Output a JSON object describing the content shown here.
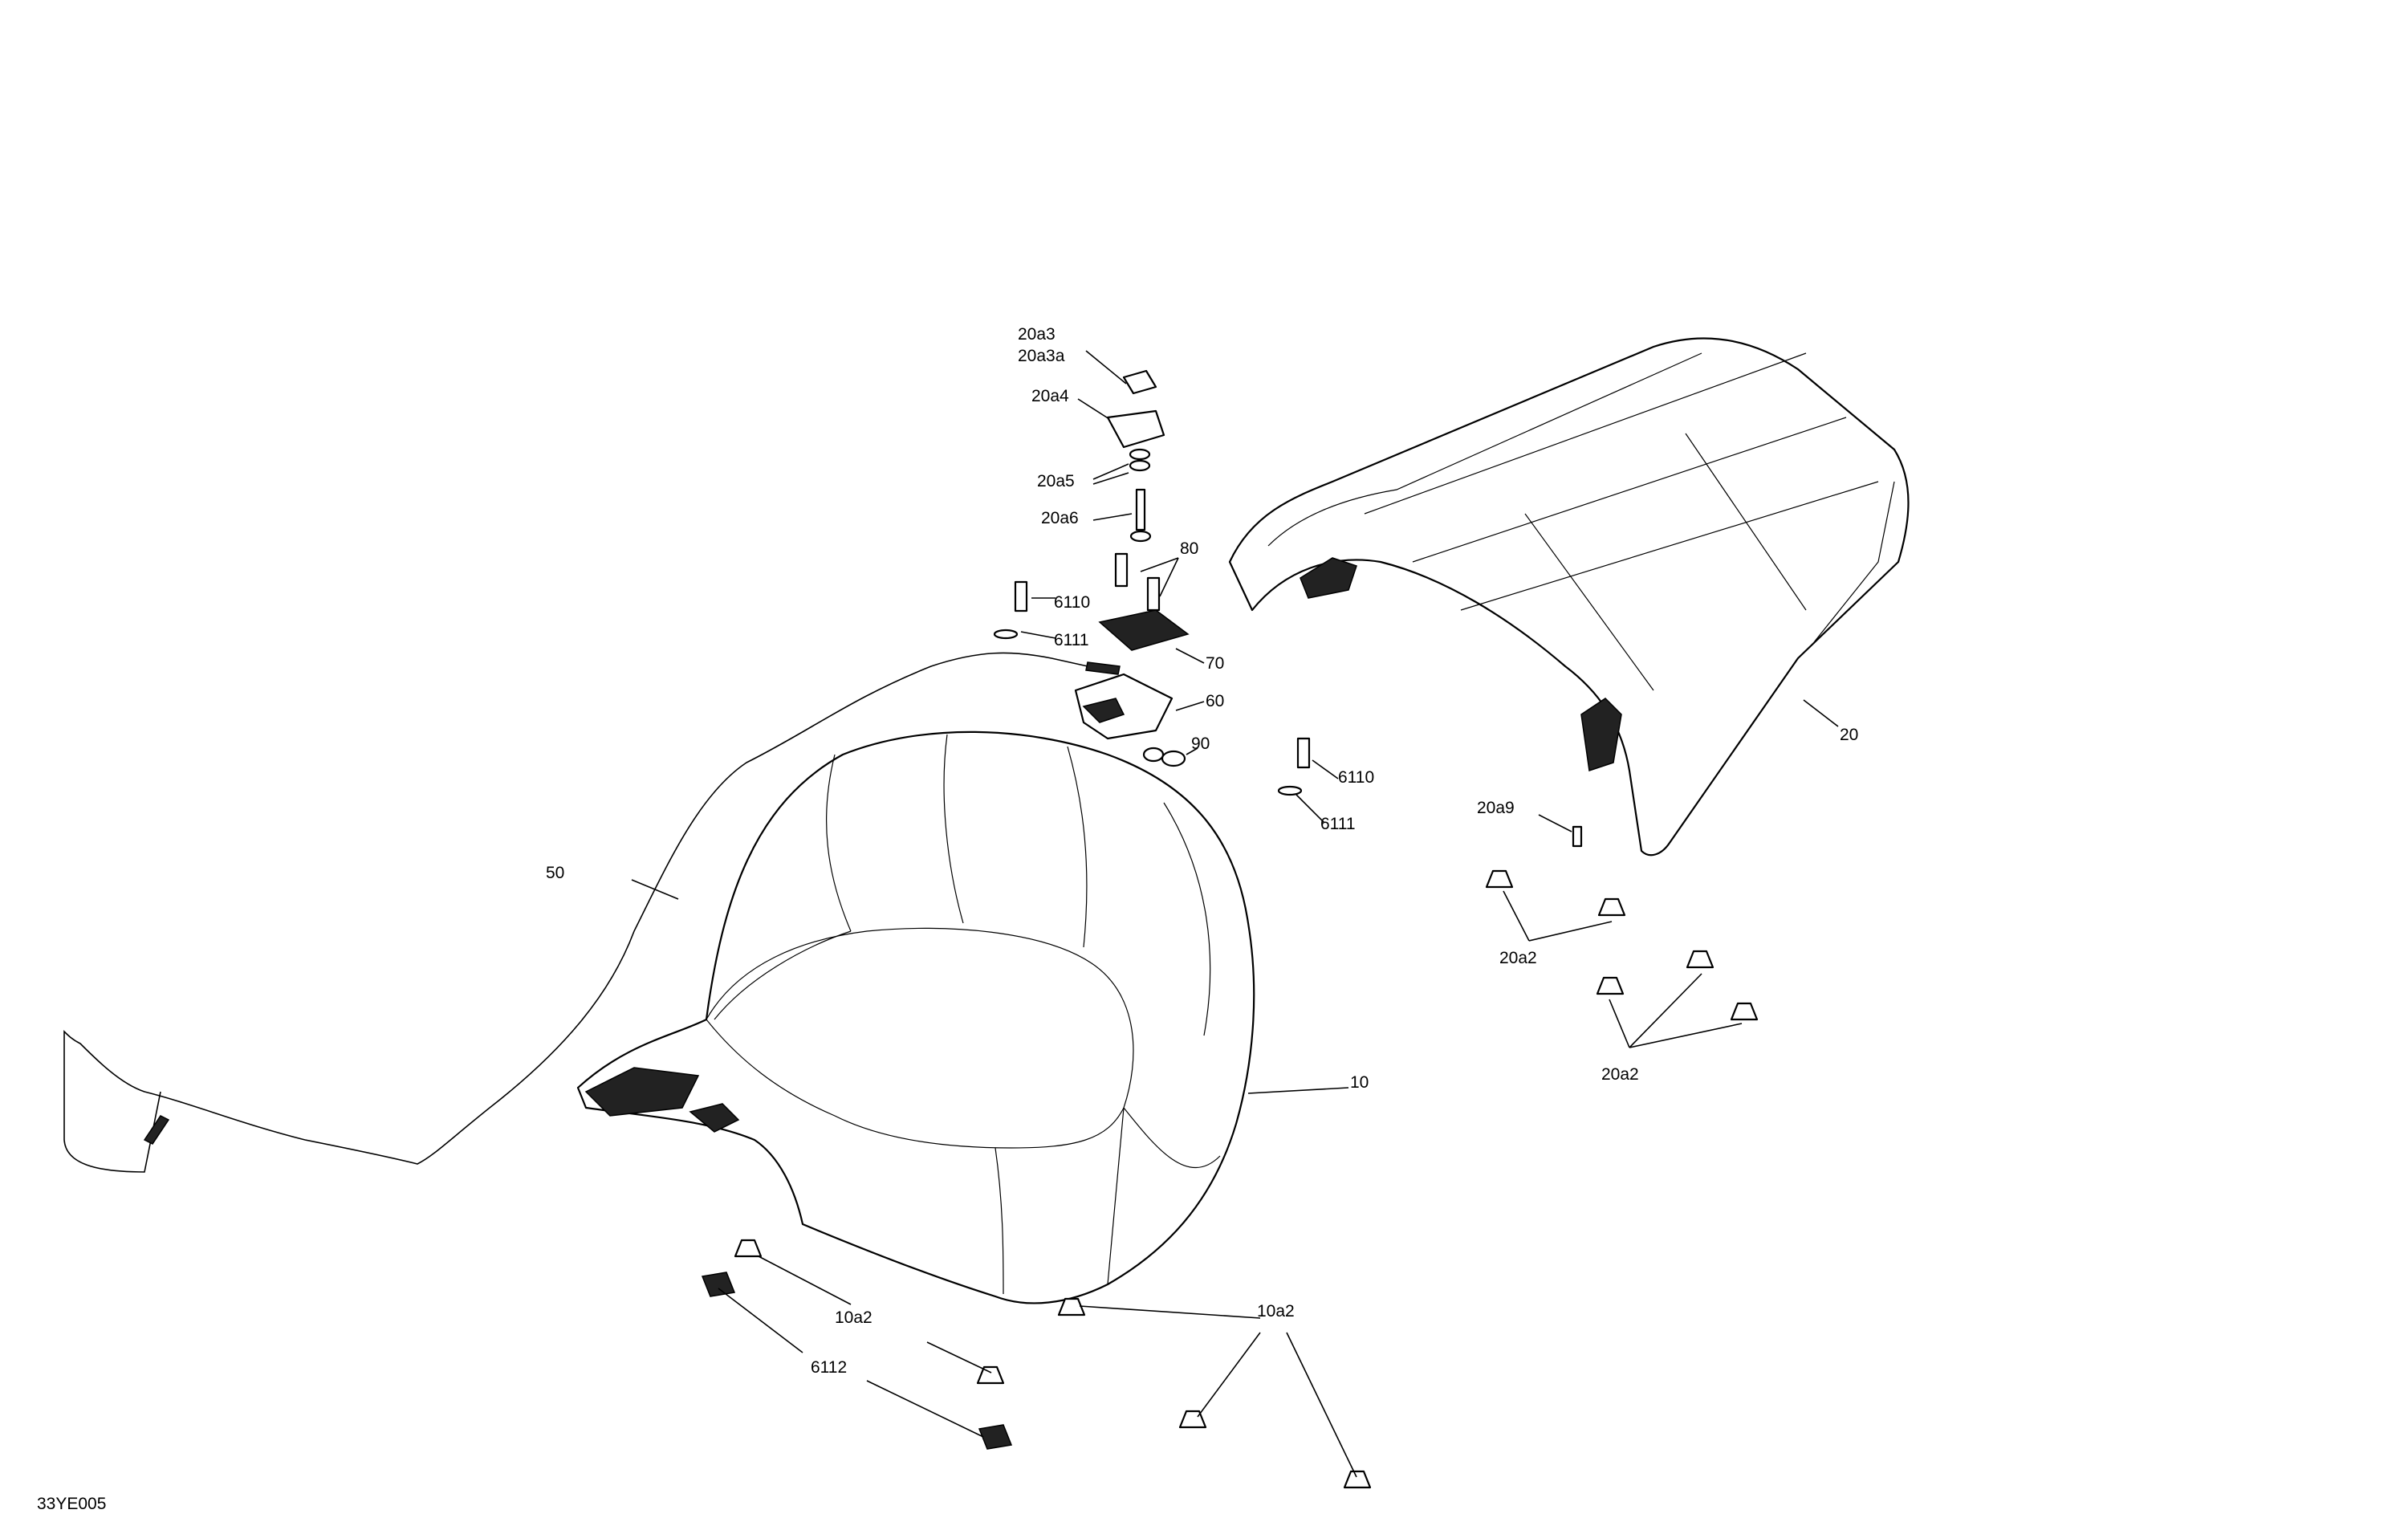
{
  "labels": {
    "part_20a3": "20a3",
    "part_20a3a": "20a3a",
    "part_20a4": "20a4",
    "part_20a5": "20a5",
    "part_20a6": "20a6",
    "part_80": "80",
    "part_6110_left": "6110",
    "part_6111_left": "6111",
    "part_70": "70",
    "part_60": "60",
    "part_90": "90",
    "part_6110_right": "6110",
    "part_6111_right": "6111",
    "part_20": "20",
    "part_20a9": "20a9",
    "part_20a2_upper": "20a2",
    "part_20a2_lower": "20a2",
    "part_50": "50",
    "part_10": "10",
    "part_10a2_left": "10a2",
    "part_10a2_right": "10a2",
    "part_6112": "6112",
    "diagram_code": "33YE005"
  }
}
